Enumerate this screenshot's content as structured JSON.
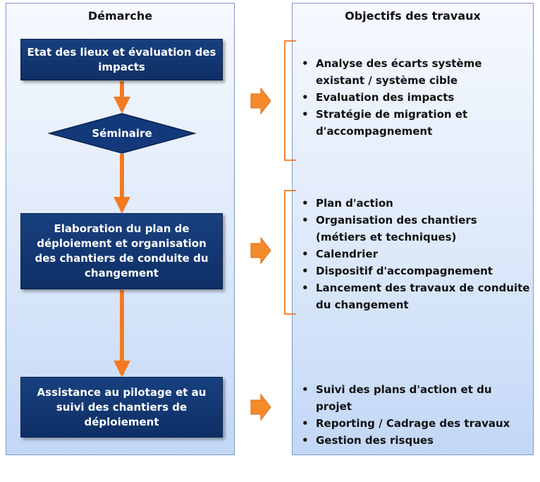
{
  "left_panel": {
    "title": "Démarche"
  },
  "right_panel": {
    "title": "Objectifs des travaux"
  },
  "steps": [
    {
      "label": "Etat des lieux et évaluation des impacts"
    },
    {
      "label": "Séminaire"
    },
    {
      "label": "Elaboration du plan de déploiement et organisation des chantiers de conduite du changement"
    },
    {
      "label": "Assistance au pilotage et au suivi des chantiers de déploiement"
    }
  ],
  "objectives": [
    {
      "items": [
        "Analyse des écarts système existant / système cible",
        "Evaluation des impacts",
        "Stratégie de migration et d'accompagnement"
      ]
    },
    {
      "items": [
        "Plan d'action",
        "Organisation des chantiers (métiers et techniques)",
        "Calendrier",
        "Dispositif d'accompagnement",
        "Lancement des travaux de conduite du changement"
      ]
    },
    {
      "items": [
        "Suivi des plans d'action et du projet",
        "Reporting / Cadrage des travaux",
        "Gestion des risques"
      ]
    }
  ],
  "colors": {
    "step_fill": "#143a78",
    "arrow": "#f47920",
    "bracket": "#f47920",
    "panel_border": "#7d97c8"
  },
  "icons": {
    "bullet": "•"
  }
}
